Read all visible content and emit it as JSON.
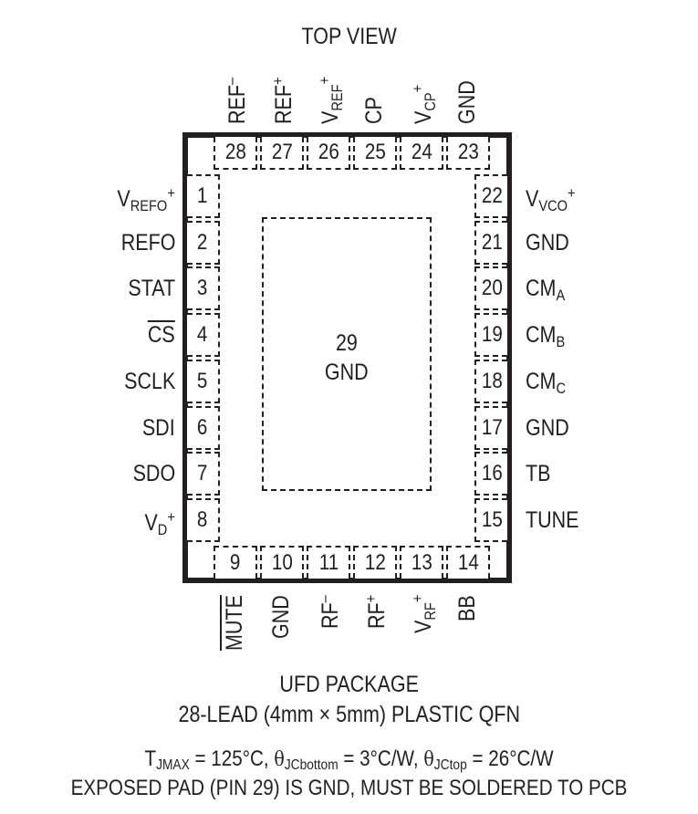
{
  "title": "TOP VIEW",
  "exposed_pad": {
    "number": "29",
    "name": "GND"
  },
  "pins_top": [
    {
      "num": "28",
      "main": "REF",
      "sub": "",
      "sup": "–"
    },
    {
      "num": "27",
      "main": "REF",
      "sub": "",
      "sup": "+"
    },
    {
      "num": "26",
      "main": "V",
      "sub": "REF",
      "sup": "+"
    },
    {
      "num": "25",
      "main": "CP",
      "sub": "",
      "sup": ""
    },
    {
      "num": "24",
      "main": "V",
      "sub": "CP",
      "sup": "+"
    },
    {
      "num": "23",
      "main": "GND",
      "sub": "",
      "sup": ""
    }
  ],
  "pins_bottom": [
    {
      "num": "9",
      "main": "MUTE",
      "sub": "",
      "sup": "",
      "overline": true
    },
    {
      "num": "10",
      "main": "GND",
      "sub": "",
      "sup": ""
    },
    {
      "num": "11",
      "main": "RF",
      "sub": "",
      "sup": "–"
    },
    {
      "num": "12",
      "main": "RF",
      "sub": "",
      "sup": "+"
    },
    {
      "num": "13",
      "main": "V",
      "sub": "RF",
      "sup": "+"
    },
    {
      "num": "14",
      "main": "BB",
      "sub": "",
      "sup": ""
    }
  ],
  "pins_left": [
    {
      "num": "1",
      "main": "V",
      "sub": "REFO",
      "sup": "+"
    },
    {
      "num": "2",
      "main": "REFO",
      "sub": "",
      "sup": ""
    },
    {
      "num": "3",
      "main": "STAT",
      "sub": "",
      "sup": ""
    },
    {
      "num": "4",
      "main": "CS",
      "sub": "",
      "sup": "",
      "overline": true
    },
    {
      "num": "5",
      "main": "SCLK",
      "sub": "",
      "sup": ""
    },
    {
      "num": "6",
      "main": "SDI",
      "sub": "",
      "sup": ""
    },
    {
      "num": "7",
      "main": "SDO",
      "sub": "",
      "sup": ""
    },
    {
      "num": "8",
      "main": "V",
      "sub": "D",
      "sup": "+"
    }
  ],
  "pins_right": [
    {
      "num": "22",
      "main": "V",
      "sub": "VCO",
      "sup": "+"
    },
    {
      "num": "21",
      "main": "GND",
      "sub": "",
      "sup": ""
    },
    {
      "num": "20",
      "main": "CM",
      "sub": "A",
      "sup": ""
    },
    {
      "num": "19",
      "main": "CM",
      "sub": "B",
      "sup": ""
    },
    {
      "num": "18",
      "main": "CM",
      "sub": "C",
      "sup": ""
    },
    {
      "num": "17",
      "main": "GND",
      "sub": "",
      "sup": ""
    },
    {
      "num": "16",
      "main": "TB",
      "sub": "",
      "sup": ""
    },
    {
      "num": "15",
      "main": "TUNE",
      "sub": "",
      "sup": ""
    }
  ],
  "package": {
    "name": "UFD PACKAGE",
    "description": "28-LEAD (4mm × 5mm) PLASTIC QFN"
  },
  "thermal": {
    "tjmax_symbol": "T",
    "tjmax_sub": "JMAX",
    "tjmax_value": " = 125°C, ",
    "theta_symbol": "θ",
    "jcbottom_sub": "JCbottom",
    "jcbottom_value": " = 3°C/W, ",
    "jctop_sub": "JCtop",
    "jctop_value": " = 26°C/W"
  },
  "exposed_pad_note": "EXPOSED PAD (PIN 29) IS GND, MUST BE SOLDERED TO PCB"
}
